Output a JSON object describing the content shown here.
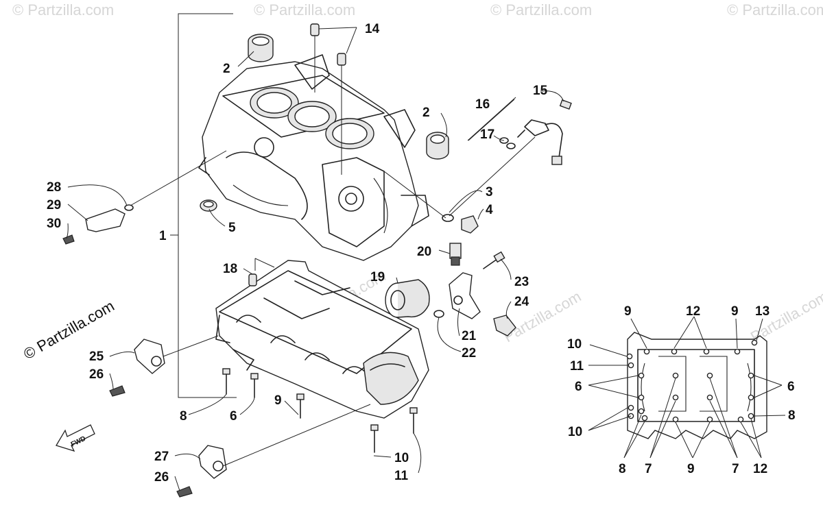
{
  "watermarks": {
    "corner": "© Partzilla.com",
    "main": "© Partzilla.com",
    "faint": "Partzilla.com"
  },
  "fwd_label": "FWD",
  "callouts": {
    "c1": "1",
    "c2a": "2",
    "c2b": "2",
    "c3": "3",
    "c4": "4",
    "c5": "5",
    "c6a": "6",
    "c8a": "8",
    "c9a": "9",
    "c10a": "10",
    "c11a": "11",
    "c14": "14",
    "c15": "15",
    "c16": "16",
    "c17": "17",
    "c18": "18",
    "c19": "19",
    "c20": "20",
    "c21": "21",
    "c22": "22",
    "c23": "23",
    "c24": "24",
    "c25": "25",
    "c26a": "26",
    "c26b": "26",
    "c27": "27",
    "c28": "28",
    "c29": "29",
    "c30": "30"
  },
  "inset_callouts": {
    "i9a": "9",
    "i12a": "12",
    "i9b": "9",
    "i13": "13",
    "i10a": "10",
    "i11": "11",
    "i6a": "6",
    "i6b": "6",
    "i8a": "8",
    "i10b": "10",
    "i8b": "8",
    "i7a": "7",
    "i9c": "9",
    "i7b": "7",
    "i12b": "12"
  }
}
